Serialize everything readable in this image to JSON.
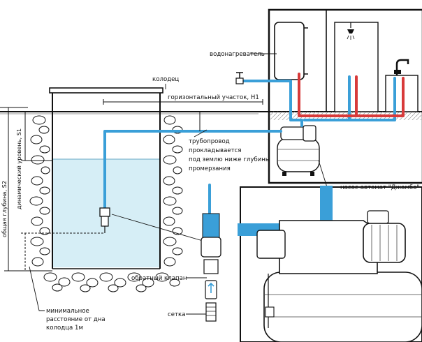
{
  "labels": {
    "water_heater": "водонагреватель",
    "well": "колодец",
    "horizontal_section": "горизонтальный участок, H1",
    "pipeline_line1": "трубопровод",
    "pipeline_line2": "прокладывается",
    "pipeline_line3": "под землю ниже глубины",
    "pipeline_line4": "промерзания",
    "pump_station": "насос-автомат \"Джамбо\"",
    "total_depth": "общая глубина, S2",
    "dynamic_level": "динамический уровень, S1",
    "min_dist_line1": "минимальное",
    "min_dist_line2": "расстояние от дна",
    "min_dist_line3": "колодца 1м",
    "check_valve": "обратный клапан",
    "mesh": "сетка"
  },
  "colors": {
    "water": "#d6eef6",
    "pipe_cold": "#3a9fd8",
    "pipe_hot": "#d83a3a",
    "ink": "#111111"
  },
  "icons": [
    "shower-icon",
    "faucet-icon",
    "tap-valve-icon"
  ]
}
